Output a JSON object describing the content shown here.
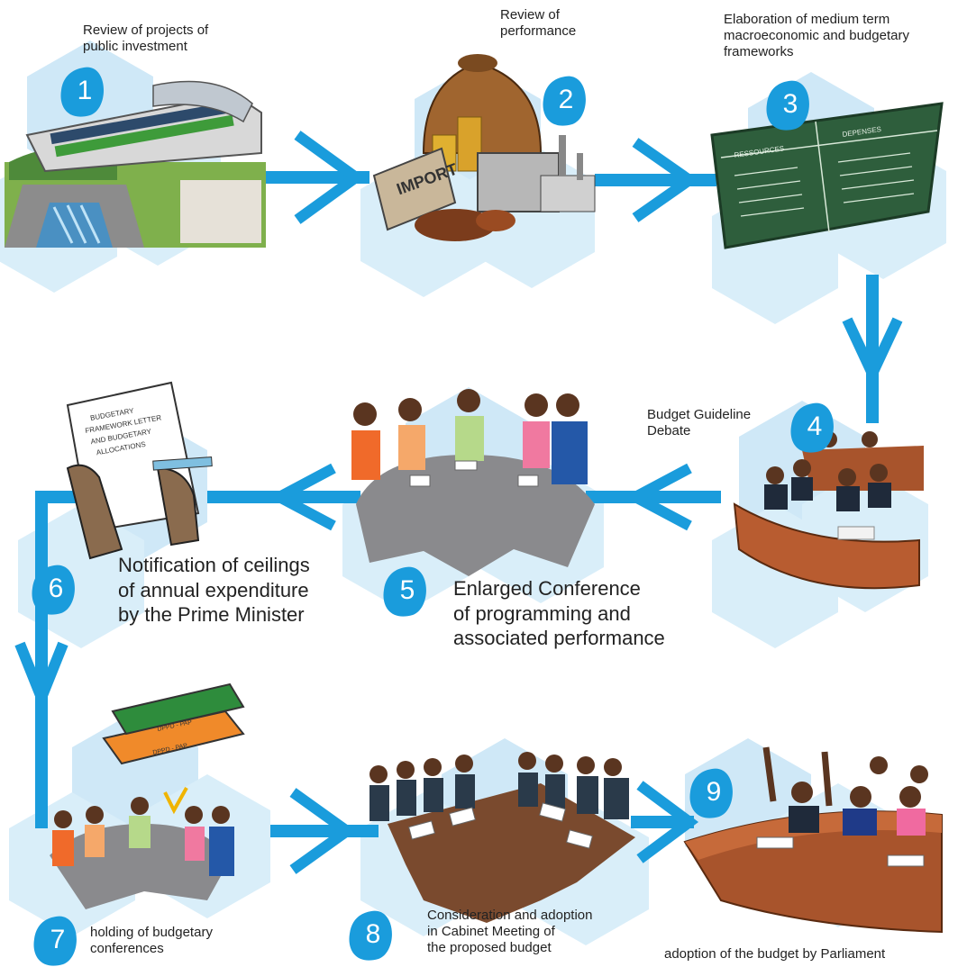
{
  "colors": {
    "arrow": "#1a9cdc",
    "hex_light": "#cfe8f7",
    "hex_mid": "#b3dcf3",
    "badge": "#1a9cdc",
    "board": "#2e5e3c",
    "table_grey": "#8a8a8d",
    "table_brown": "#7a4a2e",
    "desk_brown": "#a8542c"
  },
  "steps": [
    {
      "number": "1",
      "label": "Review of projects of\npublic investment"
    },
    {
      "number": "2",
      "label": "Review of\nperformance"
    },
    {
      "number": "3",
      "label": "Elaboration of medium term\nmacroeconomic and budgetary\nframeworks"
    },
    {
      "number": "4",
      "label": "Budget Guideline\n Debate"
    },
    {
      "number": "5",
      "label": "Enlarged Conference\nof programming and\nassociated performance"
    },
    {
      "number": "6",
      "label": "Notification of ceilings\nof annual expenditure\nby the Prime Minister"
    },
    {
      "number": "7",
      "label": "holding of budgetary\nconferences"
    },
    {
      "number": "8",
      "label": "Consideration and adoption\nin Cabinet Meeting of\nthe proposed budget"
    },
    {
      "number": "9",
      "label": "adoption of the budget by Parliament"
    }
  ],
  "illustration_text": {
    "import_sign": "IMPORT",
    "board_left": "RESSOURCES",
    "board_right": "DEPENSES",
    "letter": "BUDGETARY\nFRAMEWORK LETTER\nAND BUDGETARY\nALLOCATIONS",
    "binder_1": "DPPD - PAP",
    "binder_2": "DPPD - PAP"
  }
}
